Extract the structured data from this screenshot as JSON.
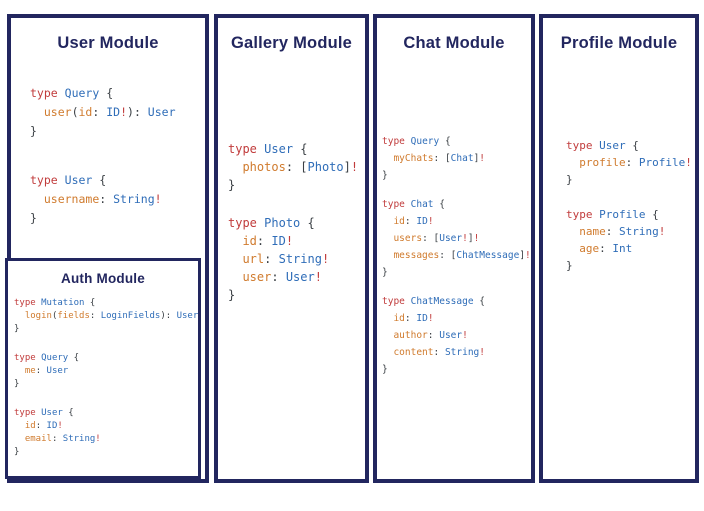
{
  "palette": {
    "navy": "#22265f",
    "keyword": "#c13c3c",
    "type": "#2f6db8",
    "field": "#d07b2e",
    "punct": "#3b4045",
    "background": "#ffffff"
  },
  "modules": [
    {
      "title": "User Module",
      "blocks": [
        [
          [
            [
              "k",
              "type"
            ],
            [
              "p",
              " "
            ],
            [
              "t",
              "Query"
            ],
            [
              "p",
              " {"
            ]
          ],
          [
            [
              "p",
              "  "
            ],
            [
              "f",
              "user"
            ],
            [
              "p",
              "("
            ],
            [
              "f",
              "id"
            ],
            [
              "p",
              ": "
            ],
            [
              "t",
              "ID"
            ],
            [
              "k",
              "!"
            ],
            [
              "p",
              "): "
            ],
            [
              "t",
              "User"
            ]
          ],
          [
            [
              "p",
              "}"
            ]
          ]
        ],
        [
          [
            [
              "k",
              "type"
            ],
            [
              "p",
              " "
            ],
            [
              "t",
              "User"
            ],
            [
              "p",
              " {"
            ]
          ],
          [
            [
              "p",
              "  "
            ],
            [
              "f",
              "username"
            ],
            [
              "p",
              ": "
            ],
            [
              "t",
              "String"
            ],
            [
              "k",
              "!"
            ]
          ],
          [
            [
              "p",
              "}"
            ]
          ]
        ]
      ]
    },
    {
      "title": "Gallery Module",
      "blocks": [
        [
          [
            [
              "k",
              "type"
            ],
            [
              "p",
              " "
            ],
            [
              "t",
              "User"
            ],
            [
              "p",
              " {"
            ]
          ],
          [
            [
              "p",
              "  "
            ],
            [
              "f",
              "photos"
            ],
            [
              "p",
              ": ["
            ],
            [
              "t",
              "Photo"
            ],
            [
              "p",
              "]"
            ],
            [
              "k",
              "!"
            ]
          ],
          [
            [
              "p",
              "}"
            ]
          ]
        ],
        [
          [
            [
              "k",
              "type"
            ],
            [
              "p",
              " "
            ],
            [
              "t",
              "Photo"
            ],
            [
              "p",
              " {"
            ]
          ],
          [
            [
              "p",
              "  "
            ],
            [
              "f",
              "id"
            ],
            [
              "p",
              ": "
            ],
            [
              "t",
              "ID"
            ],
            [
              "k",
              "!"
            ]
          ],
          [
            [
              "p",
              "  "
            ],
            [
              "f",
              "url"
            ],
            [
              "p",
              ": "
            ],
            [
              "t",
              "String"
            ],
            [
              "k",
              "!"
            ]
          ],
          [
            [
              "p",
              "  "
            ],
            [
              "f",
              "user"
            ],
            [
              "p",
              ": "
            ],
            [
              "t",
              "User"
            ],
            [
              "k",
              "!"
            ]
          ],
          [
            [
              "p",
              "}"
            ]
          ]
        ]
      ]
    },
    {
      "title": "Chat Module",
      "blocks": [
        [
          [
            [
              "k",
              "type"
            ],
            [
              "p",
              " "
            ],
            [
              "t",
              "Query"
            ],
            [
              "p",
              " {"
            ]
          ],
          [
            [
              "p",
              "  "
            ],
            [
              "f",
              "myChats"
            ],
            [
              "p",
              ": ["
            ],
            [
              "t",
              "Chat"
            ],
            [
              "p",
              "]"
            ],
            [
              "k",
              "!"
            ]
          ],
          [
            [
              "p",
              "}"
            ]
          ]
        ],
        [
          [
            [
              "k",
              "type"
            ],
            [
              "p",
              " "
            ],
            [
              "t",
              "Chat"
            ],
            [
              "p",
              " {"
            ]
          ],
          [
            [
              "p",
              "  "
            ],
            [
              "f",
              "id"
            ],
            [
              "p",
              ": "
            ],
            [
              "t",
              "ID"
            ],
            [
              "k",
              "!"
            ]
          ],
          [
            [
              "p",
              "  "
            ],
            [
              "f",
              "users"
            ],
            [
              "p",
              ": ["
            ],
            [
              "t",
              "User"
            ],
            [
              "k",
              "!"
            ],
            [
              "p",
              "]"
            ],
            [
              "k",
              "!"
            ]
          ],
          [
            [
              "p",
              "  "
            ],
            [
              "f",
              "messages"
            ],
            [
              "p",
              ": ["
            ],
            [
              "t",
              "ChatMessage"
            ],
            [
              "p",
              "]"
            ],
            [
              "k",
              "!"
            ]
          ],
          [
            [
              "p",
              "}"
            ]
          ]
        ],
        [
          [
            [
              "k",
              "type"
            ],
            [
              "p",
              " "
            ],
            [
              "t",
              "ChatMessage"
            ],
            [
              "p",
              " {"
            ]
          ],
          [
            [
              "p",
              "  "
            ],
            [
              "f",
              "id"
            ],
            [
              "p",
              ": "
            ],
            [
              "t",
              "ID"
            ],
            [
              "k",
              "!"
            ]
          ],
          [
            [
              "p",
              "  "
            ],
            [
              "f",
              "author"
            ],
            [
              "p",
              ": "
            ],
            [
              "t",
              "User"
            ],
            [
              "k",
              "!"
            ]
          ],
          [
            [
              "p",
              "  "
            ],
            [
              "f",
              "content"
            ],
            [
              "p",
              ": "
            ],
            [
              "t",
              "String"
            ],
            [
              "k",
              "!"
            ]
          ],
          [
            [
              "p",
              "}"
            ]
          ]
        ]
      ]
    },
    {
      "title": "Profile Module",
      "blocks": [
        [
          [
            [
              "k",
              "type"
            ],
            [
              "p",
              " "
            ],
            [
              "t",
              "User"
            ],
            [
              "p",
              " {"
            ]
          ],
          [
            [
              "p",
              "  "
            ],
            [
              "f",
              "profile"
            ],
            [
              "p",
              ": "
            ],
            [
              "t",
              "Profile"
            ],
            [
              "k",
              "!"
            ]
          ],
          [
            [
              "p",
              "}"
            ]
          ]
        ],
        [
          [
            [
              "k",
              "type"
            ],
            [
              "p",
              " "
            ],
            [
              "t",
              "Profile"
            ],
            [
              "p",
              " {"
            ]
          ],
          [
            [
              "p",
              "  "
            ],
            [
              "f",
              "name"
            ],
            [
              "p",
              ": "
            ],
            [
              "t",
              "String"
            ],
            [
              "k",
              "!"
            ]
          ],
          [
            [
              "p",
              "  "
            ],
            [
              "f",
              "age"
            ],
            [
              "p",
              ": "
            ],
            [
              "t",
              "Int"
            ]
          ],
          [
            [
              "p",
              "}"
            ]
          ]
        ]
      ]
    },
    {
      "title": "Auth Module",
      "blocks": [
        [
          [
            [
              "k",
              "type"
            ],
            [
              "p",
              " "
            ],
            [
              "t",
              "Mutation"
            ],
            [
              "p",
              " {"
            ]
          ],
          [
            [
              "p",
              "  "
            ],
            [
              "f",
              "login"
            ],
            [
              "p",
              "("
            ],
            [
              "f",
              "fields"
            ],
            [
              "p",
              ": "
            ],
            [
              "t",
              "LoginFields"
            ],
            [
              "p",
              "): "
            ],
            [
              "t",
              "User"
            ]
          ],
          [
            [
              "p",
              "}"
            ]
          ]
        ],
        [
          [
            [
              "k",
              "type"
            ],
            [
              "p",
              " "
            ],
            [
              "t",
              "Query"
            ],
            [
              "p",
              " {"
            ]
          ],
          [
            [
              "p",
              "  "
            ],
            [
              "f",
              "me"
            ],
            [
              "p",
              ": "
            ],
            [
              "t",
              "User"
            ]
          ],
          [
            [
              "p",
              "}"
            ]
          ]
        ],
        [
          [
            [
              "k",
              "type"
            ],
            [
              "p",
              " "
            ],
            [
              "t",
              "User"
            ],
            [
              "p",
              " {"
            ]
          ],
          [
            [
              "p",
              "  "
            ],
            [
              "f",
              "id"
            ],
            [
              "p",
              ": "
            ],
            [
              "t",
              "ID"
            ],
            [
              "k",
              "!"
            ]
          ],
          [
            [
              "p",
              "  "
            ],
            [
              "f",
              "email"
            ],
            [
              "p",
              ": "
            ],
            [
              "t",
              "String"
            ],
            [
              "k",
              "!"
            ]
          ],
          [
            [
              "p",
              "}"
            ]
          ]
        ]
      ]
    }
  ]
}
